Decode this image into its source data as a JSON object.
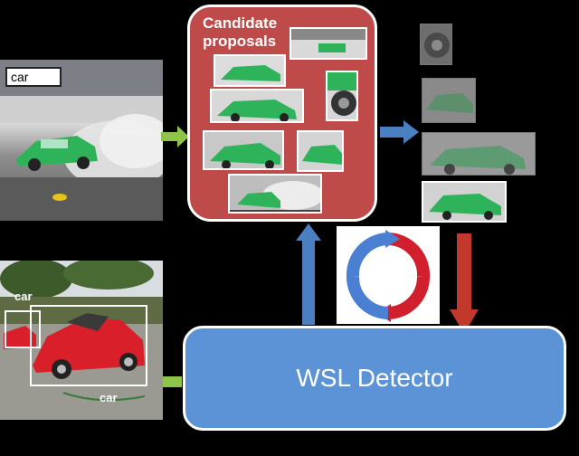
{
  "input_label": "car",
  "proposals_title": "Candidate proposals",
  "detector_label": "WSL Detector",
  "detections": [
    {
      "label": "car"
    },
    {
      "label": "car"
    }
  ],
  "colors": {
    "panel_red": "#bf4a4a",
    "detector_blue": "#5b93d6",
    "arrow_green": "#8fc44a",
    "arrow_blue": "#4a7fc1",
    "arrow_red": "#c0392b",
    "car_green": "#2fb35a",
    "car_red": "#d91f2a"
  },
  "icons": [
    "refresh-cycle-icon"
  ]
}
